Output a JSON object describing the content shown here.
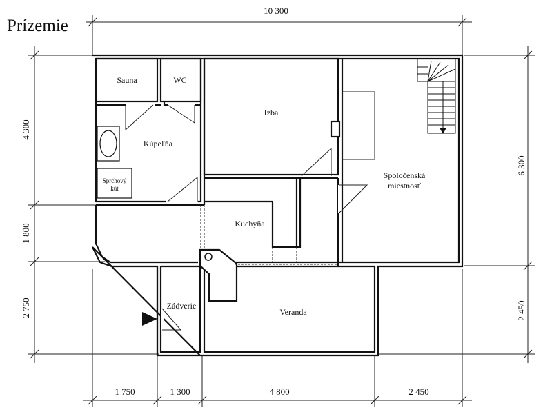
{
  "title": "Prízemie",
  "dimensions": {
    "top": "10 300",
    "left_top": "4 300",
    "left_mid": "1 800",
    "left_bottom": "2 750",
    "right_top": "6 300",
    "right_bottom": "2 450",
    "bottom_1": "1 750",
    "bottom_2": "1 300",
    "bottom_3": "4 800",
    "bottom_4": "2 450"
  },
  "rooms": {
    "sauna": "Sauna",
    "wc": "WC",
    "izba": "Izba",
    "kupelna": "Kúpeľňa",
    "sprchovy_line1": "Sprchový",
    "sprchovy_line2": "kút",
    "spolocenska_line1": "Spoločenská",
    "spolocenska_line2": "miestnosť",
    "kuchyna": "Kuchyňa",
    "zadverie": "Zádverie",
    "veranda": "Veranda"
  }
}
